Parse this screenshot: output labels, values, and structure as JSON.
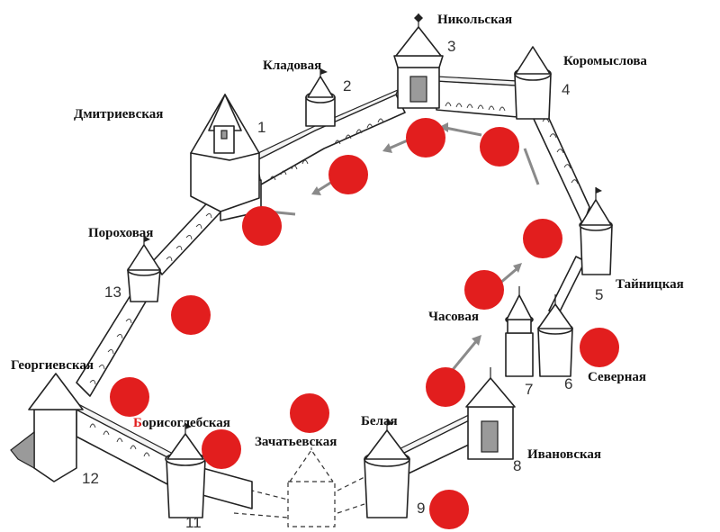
{
  "towers": [
    {
      "id": "dmitrievskaya",
      "name": "Дмитриевская",
      "number": "1"
    },
    {
      "id": "kladovaya",
      "name": "Кладовая",
      "number": "2"
    },
    {
      "id": "nikolskaya",
      "name": "Никольская",
      "number": "3"
    },
    {
      "id": "koromyslova",
      "name": "Коромыслова",
      "number": "4"
    },
    {
      "id": "tainitskaya",
      "name": "Тайницкая",
      "number": "5"
    },
    {
      "id": "severnaya",
      "name": "Северная",
      "number": "6"
    },
    {
      "id": "chasovaya",
      "name": "Часовая",
      "number": "7"
    },
    {
      "id": "ivanovskaya",
      "name": "Ивановская",
      "number": "8"
    },
    {
      "id": "belaya",
      "name": "Белая",
      "number": "9"
    },
    {
      "id": "zachatyevskaya",
      "name": "Зачатьевская",
      "number": ""
    },
    {
      "id": "borisoglebskaya",
      "name": "Борисоглебская",
      "number": "11",
      "first_letter": "Б",
      "rest": "орисоглебская",
      "first_letter_color": "#e21e1e"
    },
    {
      "id": "georgievskaya",
      "name": "Георгиевская",
      "number": "12"
    },
    {
      "id": "porokhovaya",
      "name": "Пороховая",
      "number": "13"
    }
  ],
  "colors": {
    "marker": "#e21e1e",
    "arrow": "#8a8a8a",
    "outline": "#222222"
  }
}
